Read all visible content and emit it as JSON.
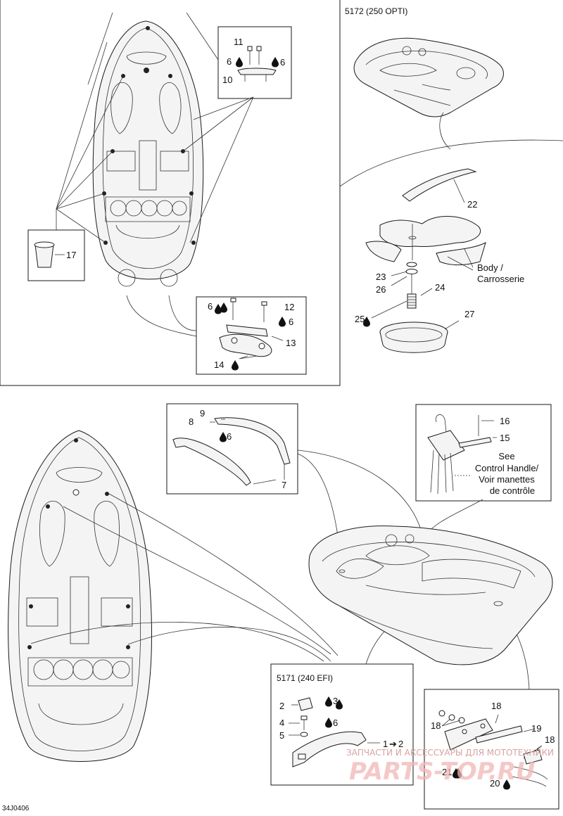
{
  "document_code": "34J0406",
  "panel_labels": {
    "opti": "5172 (250 OPTI)",
    "efi": "5171 (240 EFI)"
  },
  "callouts": {
    "c1": "1",
    "c1arrow": "➔",
    "c2": "2",
    "c3": "3",
    "c4": "4",
    "c5": "5",
    "c6": "6",
    "c7": "7",
    "c8": "8",
    "c9": "9",
    "c10": "10",
    "c11": "11",
    "c12": "12",
    "c13": "13",
    "c14": "14",
    "c15": "15",
    "c16": "16",
    "c17": "17",
    "c18": "18",
    "c19": "19",
    "c20": "20",
    "c21": "21",
    "c22": "22",
    "c23": "23",
    "c24": "24",
    "c25": "25",
    "c26": "26",
    "c27": "27"
  },
  "body_label": {
    "line1": "Body /",
    "line2": "Carrosserie"
  },
  "see_note": {
    "line1": "See",
    "line2": "Control Handle/",
    "line3": "Voir manettes",
    "line4": "de contrôle"
  },
  "watermark": {
    "small": "ЗАПЧАСТИ И АКСЕССУАРЫ ДЛЯ МОТОТЕХНИКИ",
    "big": "PARTS-TOP.RU"
  },
  "icons": [
    "adhesive-drop-icon"
  ]
}
